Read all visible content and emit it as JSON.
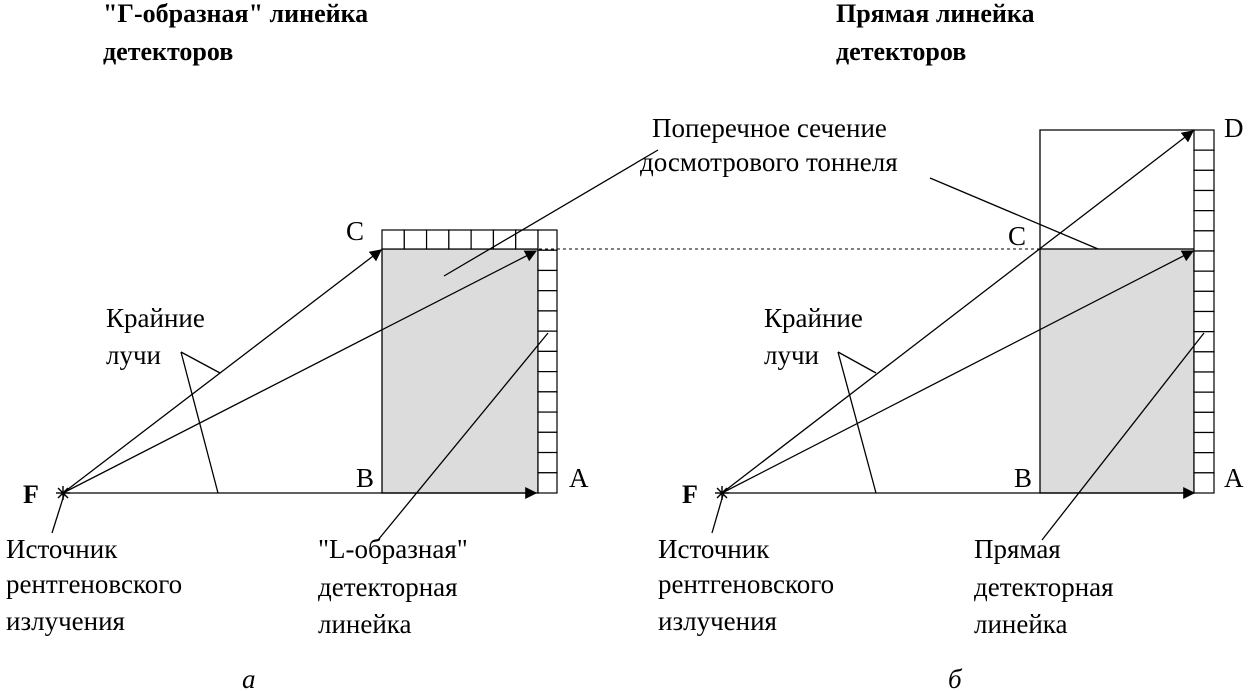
{
  "left_panel": {
    "title_lines": [
      "\"Г-образная\" линейка",
      "детекторов"
    ],
    "point_labels": {
      "F": "F",
      "C": "C",
      "B": "B",
      "A": "A"
    },
    "rays_label_lines": [
      "Крайние",
      "лучи"
    ],
    "source_label_lines": [
      "Источник",
      "рентгеновского",
      "излучения"
    ],
    "ruler_label_lines": [
      "\"L-образная\"",
      "детекторная",
      "линейка"
    ],
    "caption": "а"
  },
  "right_panel": {
    "title_lines": [
      "Прямая линейка",
      "детекторов"
    ],
    "point_labels": {
      "F": "F",
      "C": "C",
      "B": "B",
      "A": "A",
      "D": "D"
    },
    "rays_label_lines": [
      "Крайние",
      "лучи"
    ],
    "source_label_lines": [
      "Источник",
      "рентгеновского",
      "излучения"
    ],
    "ruler_label_lines": [
      "Прямая",
      "детекторная",
      "линейка"
    ],
    "caption": "б"
  },
  "tunnel_label_lines": [
    "Поперечное сечение",
    "досмотрового тоннеля"
  ],
  "colors": {
    "tunnel_fill": "#dcdcdc",
    "line": "#000000"
  }
}
